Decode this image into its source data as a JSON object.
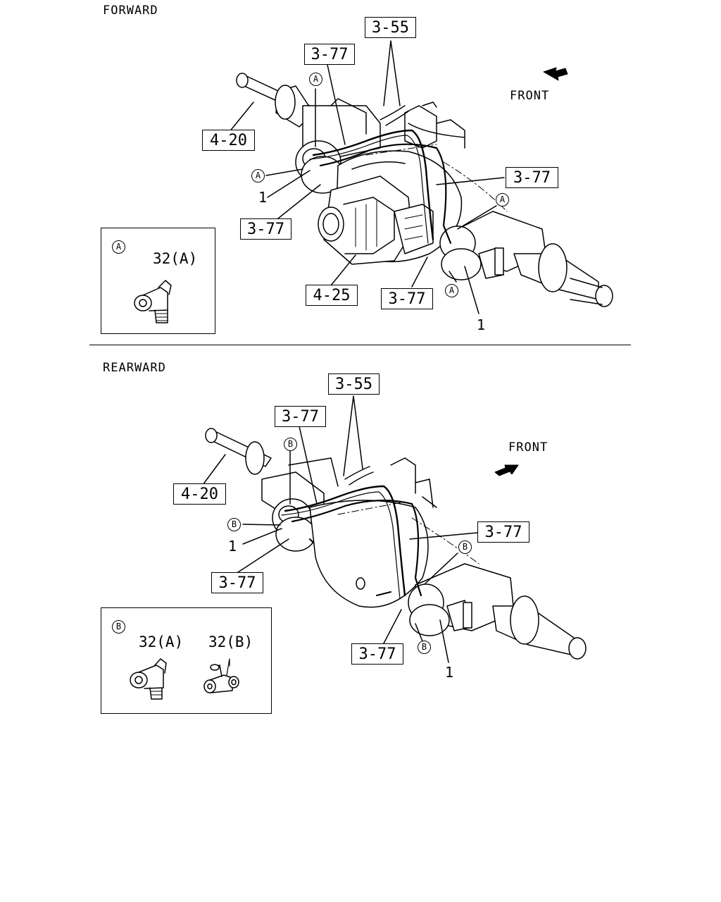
{
  "forward": {
    "title": "FORWARD",
    "front_label": "FRONT",
    "refs": {
      "r_3_55": "3-55",
      "r_3_77_top": "3-77",
      "r_4_20": "4-20",
      "r_3_77_left": "3-77",
      "r_3_77_right": "3-77",
      "r_4_25": "4-25",
      "r_3_77_bottom": "3-77"
    },
    "callout_1": "1",
    "marker": "A",
    "detail": {
      "marker": "A",
      "part": "32(A)"
    }
  },
  "rearward": {
    "title": "REARWARD",
    "front_label": "FRONT",
    "refs": {
      "r_3_55": "3-55",
      "r_3_77_top": "3-77",
      "r_4_20": "4-20",
      "r_3_77_left": "3-77",
      "r_3_77_right": "3-77",
      "r_3_77_bottom": "3-77"
    },
    "callout_1": "1",
    "marker": "B",
    "detail": {
      "marker": "B",
      "part_a": "32(A)",
      "part_b": "32(B)"
    }
  }
}
